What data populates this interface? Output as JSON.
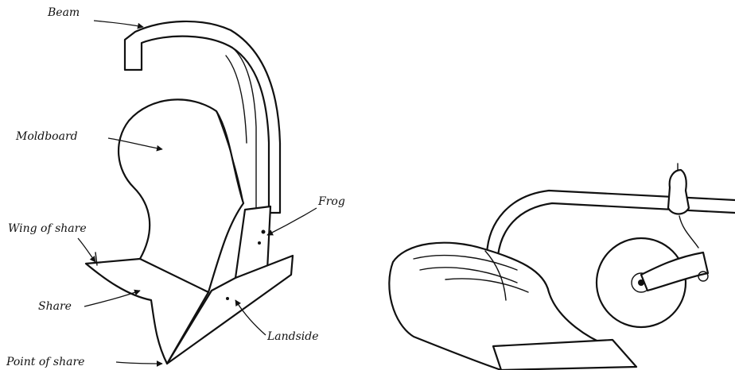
{
  "labels": {
    "beam": "Beam",
    "moldboard": "Moldboard",
    "frog": "Frog",
    "wing_of_share": "Wing of share",
    "share": "Share",
    "landside": "Landside",
    "point_of_share": "Point of share"
  },
  "colors": {
    "ink": "#111111",
    "paper": "#ffffff"
  }
}
